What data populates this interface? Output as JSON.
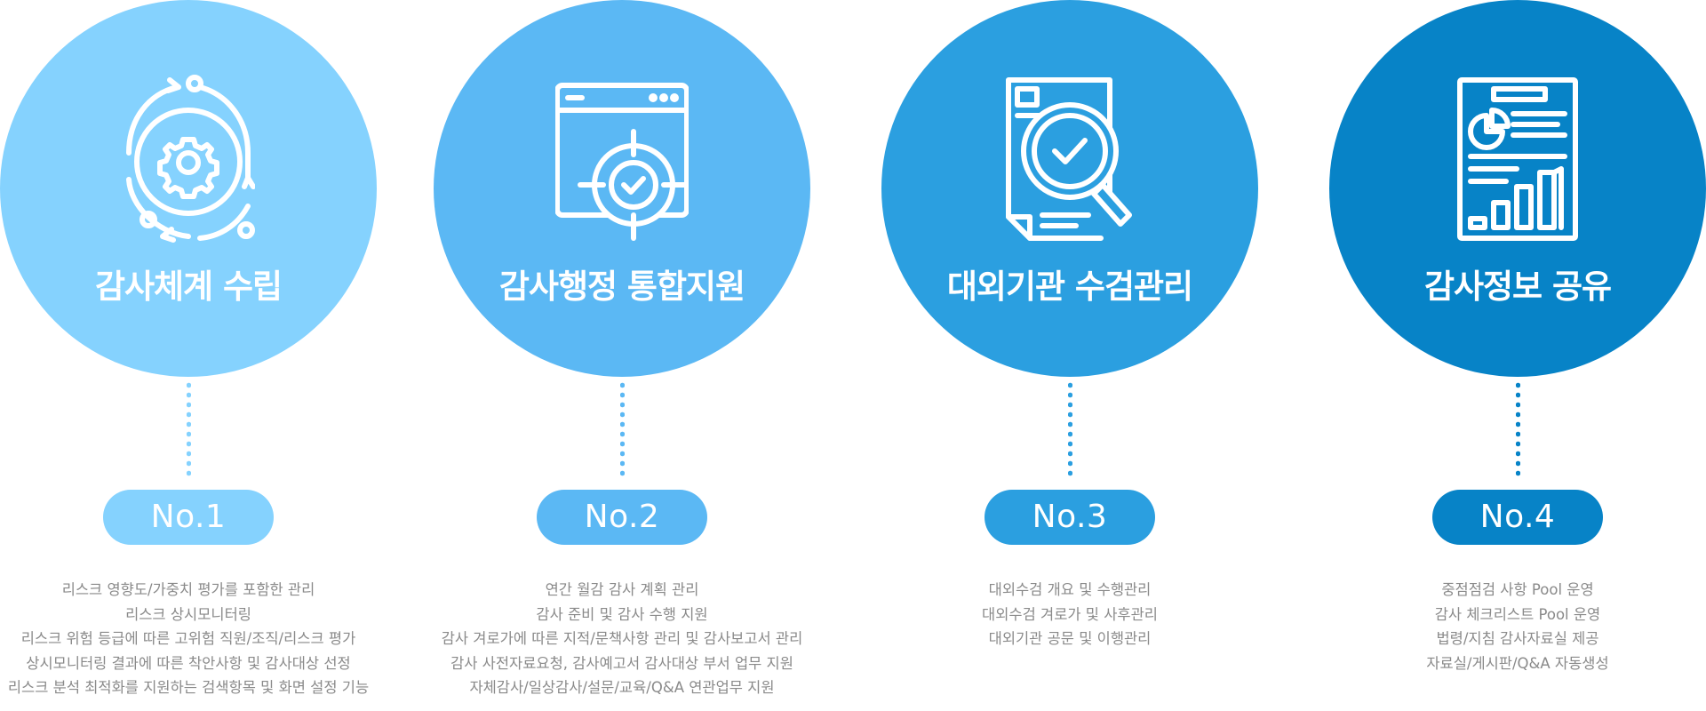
{
  "items": [
    {
      "title": "감사체계 수립",
      "number": "No.1",
      "color": "#85d2fe",
      "icon": "gear-cycle-icon",
      "lines": [
        "리스크 영향도/가중치 평가를 포함한 관리",
        "리스크 상시모니터링",
        "리스크 위험 등급에 따른 고위험 직원/조직/리스크 평가",
        "상시모니터링 결과에 따른 착안사항 및 감사대상 선정",
        "리스크 분석 최적화를 지원하는 검색항목 및 화면 설정 기능"
      ]
    },
    {
      "title": "감사행정 통합지원",
      "number": "No.2",
      "color": "#5bb8f4",
      "icon": "browser-target-icon",
      "lines": [
        "연간 월감 감사 계획 관리",
        "감사 준비 및 감사 수행 지원",
        "감사 겨로가에 따른 지적/문책사항 관리 및 감사보고서 관리",
        "감사 사전자료요청, 감사예고서 감사대상 부서 업무 지원",
        "자체감사/일상감사/설문/교육/Q&A 연관업무 지원"
      ]
    },
    {
      "title": "대외기관 수검관리",
      "number": "No.3",
      "color": "#2b9fe0",
      "icon": "document-magnifier-icon",
      "lines": [
        "대외수검 개요 및 수행관리",
        "대외수검 겨로가 및 사후관리",
        "대외기관 공문 및 이행관리"
      ]
    },
    {
      "title": "감사정보 공유",
      "number": "No.4",
      "color": "#0783c7",
      "icon": "report-chart-icon",
      "lines": [
        "중점점검 사항 Pool 운영",
        "감사 체크리스트 Pool 운영",
        "법령/지침 감사자료실 제공",
        "자료실/게시판/Q&A 자동생성"
      ]
    }
  ]
}
